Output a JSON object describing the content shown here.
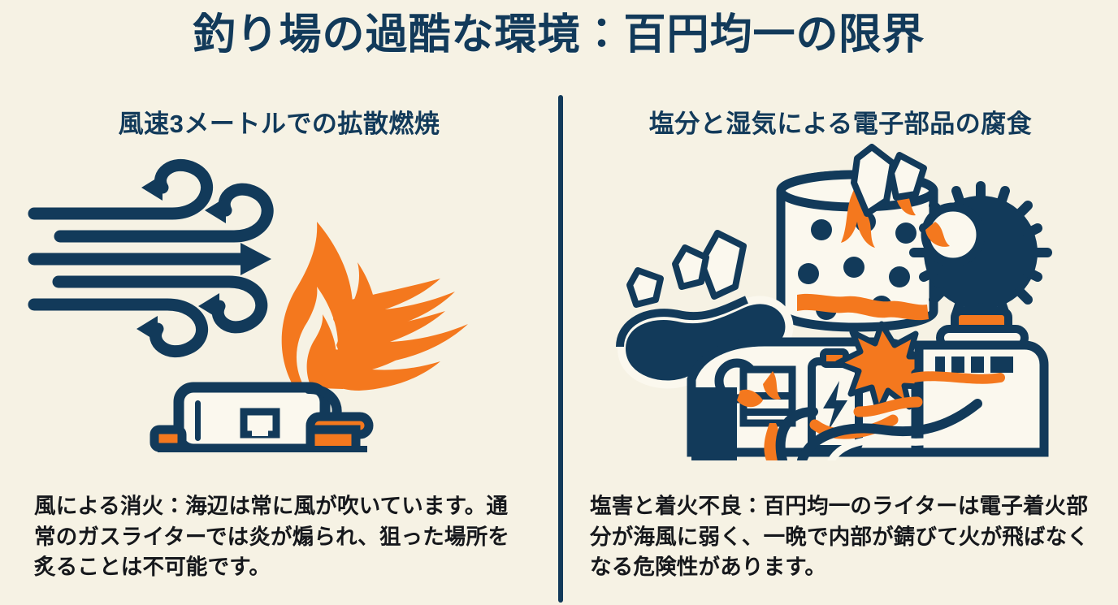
{
  "palette": {
    "background": "#f6f2e4",
    "navy": "#123a5a",
    "orange": "#f4781e",
    "text": "#16181c",
    "paper": "#fbf8ee"
  },
  "header": {
    "title": "釣り場の過酷な環境：百円均一の限界"
  },
  "divider": {
    "name": "vertical-divider"
  },
  "columns": [
    {
      "id": "wind",
      "heading": "風速3メートルでの拡散燃焼",
      "illustration": {
        "name": "wind-blowing-out-torch-lighter-illustration",
        "elements": [
          "wind-lines",
          "wind-arrow",
          "blown-flame",
          "torch-lighter"
        ]
      },
      "caption": "風による消火：海辺は常に風が吹いています。通常のガスライターでは炎が煽られ、狙った場所を炙ることは不可能です。"
    },
    {
      "id": "corrosion",
      "heading": "塩分と湿気による電子部品の腐食",
      "illustration": {
        "name": "salt-corroded-electronic-lighter-illustration",
        "elements": [
          "salt-crystals",
          "perforated-windscreen",
          "rust-stains",
          "battery-cell",
          "spark-burst",
          "spark-wheel-gear",
          "wiring"
        ]
      },
      "caption": "塩害と着火不良：百円均一のライターは電子着火部分が海風に弱く、一晩で内部が錆びて火が飛ばなくなる危険性があります。"
    }
  ]
}
